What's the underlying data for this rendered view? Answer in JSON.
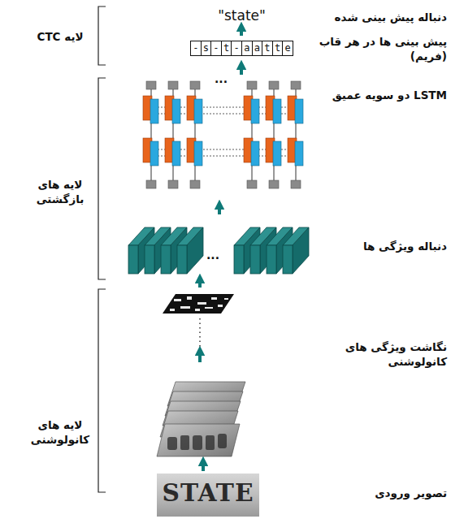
{
  "diagram": {
    "labels": [
      "\"state\"",
      "دنباله پیش بینی شده",
      "لایه CTC",
      "-",
      "s",
      "-",
      "t",
      "-",
      "a",
      "a",
      "t",
      "t",
      "e",
      "پیش بینی ها در هر قاب (فریم)",
      "LSTM دو سویه عمیق",
      "لایه های بازگشتی",
      "...",
      "...",
      "دنباله ویژگی ها",
      "نگاشت ویژگی های کانولوشنی",
      "لایه های کانولوشنی",
      "STATE",
      "تصویر ورودی"
    ]
  }
}
